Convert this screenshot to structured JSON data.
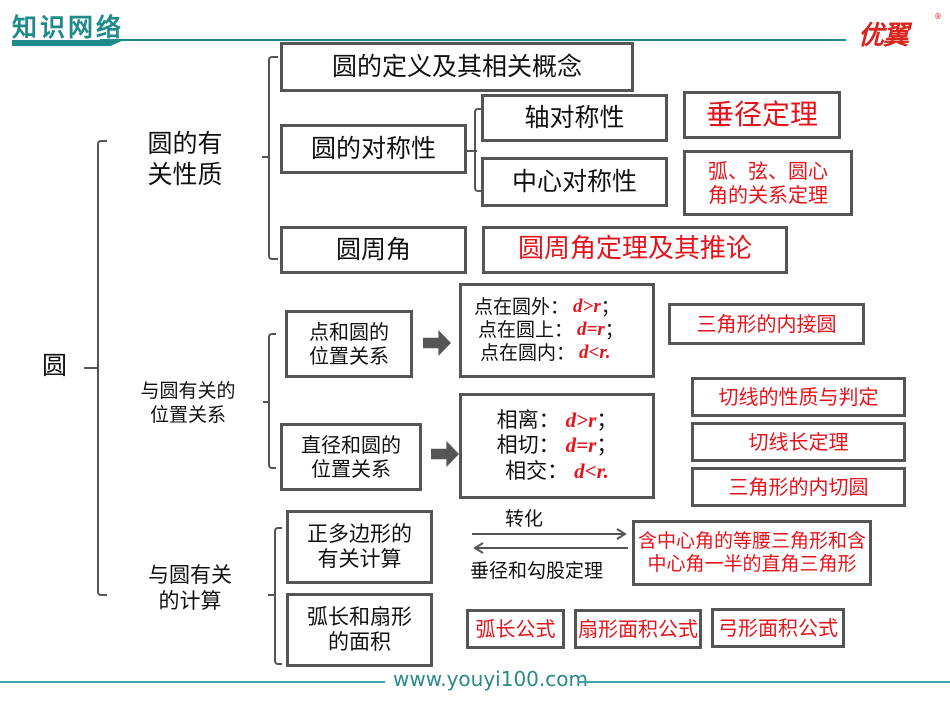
{
  "header": {
    "title": "知识网络",
    "logo": "优翼",
    "logo_reg": "®"
  },
  "footer": {
    "url": "www.youyi100.com"
  },
  "root": {
    "label": "圆"
  },
  "branches": {
    "properties": {
      "label_line1": "圆的有",
      "label_line2": "关性质",
      "definition": "圆的定义及其相关概念",
      "symmetry": "圆的对称性",
      "axis_symmetry": "轴对称性",
      "center_symmetry": "中心对称性",
      "perpendicular_diameter_theorem": "垂径定理",
      "arc_chord_angle_line1": "弧、弦、圆心",
      "arc_chord_angle_line2": "角的关系定理",
      "inscribed_angle": "圆周角",
      "inscribed_angle_theorem": "圆周角定理及其推论"
    },
    "positions": {
      "label_line1": "与圆有关的",
      "label_line2": "位置关系",
      "point_circle_line1": "点和圆的",
      "point_circle_line2": "位置关系",
      "point_relations": [
        {
          "text": "点在圆外：",
          "formula": "d>r",
          "end": "；"
        },
        {
          "text": "点在圆上：",
          "formula": "d=r",
          "end": "；"
        },
        {
          "text": "点在圆内：",
          "formula": "d<r.",
          "end": ""
        }
      ],
      "triangle_circumcircle": "三角形的内接圆",
      "line_circle_line1": "直径和圆的",
      "line_circle_line2": "位置关系",
      "line_relations": [
        {
          "text": "相离：",
          "formula": "d>r",
          "end": "；"
        },
        {
          "text": "相切：",
          "formula": "d=r",
          "end": "；"
        },
        {
          "text": "相交：",
          "formula": "d<r.",
          "end": ""
        }
      ],
      "tangent_property": "切线的性质与判定",
      "tangent_length": "切线长定理",
      "triangle_incircle": "三角形的内切圆"
    },
    "calculations": {
      "label_line1": "与圆有关",
      "label_line2": "的计算",
      "polygon_line1": "正多边形的",
      "polygon_line2": "有关计算",
      "convert_label": "转化",
      "convert_back_label": "垂径和勾股定理",
      "triangles_line1": "含中心角的等腰三角形和含",
      "triangles_line2": "中心角一半的直角三角形",
      "arc_sector_line1": "弧长和扇形",
      "arc_sector_line2": "的面积",
      "arc_length_formula": "弧长公式",
      "sector_area_formula": "扇形面积公式",
      "segment_area_formula": "弓形面积公式"
    }
  },
  "colors": {
    "accent": "#1f8a8a",
    "highlight": "#e5141c",
    "border": "#555555"
  }
}
